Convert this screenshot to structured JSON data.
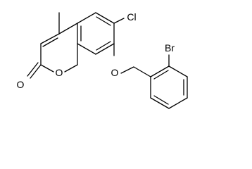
{
  "molecule": {
    "atoms": {
      "carbonyl_o": "O",
      "ring_o": "O",
      "ether_o": "O",
      "chlorine": "Cl",
      "bromine": "Br"
    },
    "colors": {
      "bond": "#000000",
      "label": "#000000",
      "background": "#ffffff"
    }
  }
}
